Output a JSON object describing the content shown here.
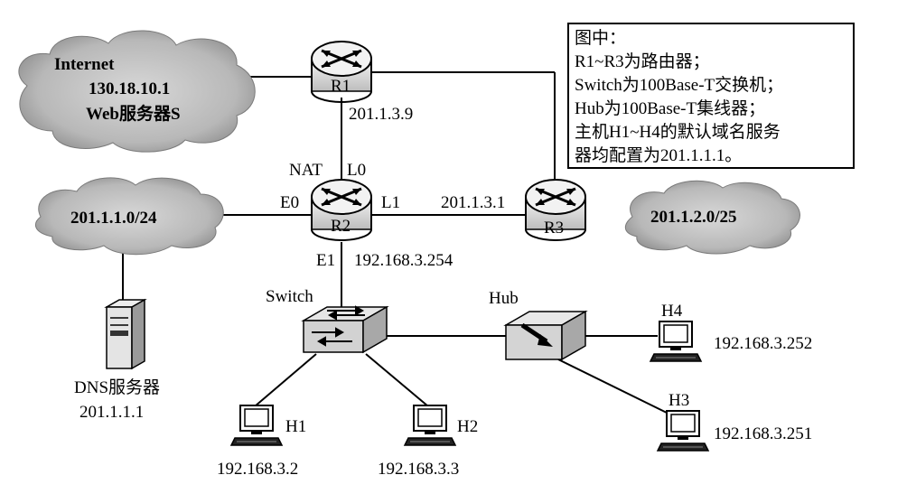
{
  "clouds": {
    "internet": {
      "title": "Internet",
      "address": "130.18.10.1",
      "server": "Web服务器S"
    },
    "net_left": "201.1.1.0/24",
    "net_right": "201.1.2.0/25"
  },
  "routers": {
    "r1": {
      "name": "R1",
      "port_ip": "201.1.3.9"
    },
    "r2": {
      "name": "R2",
      "nat": "NAT",
      "l0": "L0",
      "e0": "E0",
      "l1": "L1",
      "e1": "E1",
      "e1_ip": "192.168.3.254"
    },
    "r3": {
      "name": "R3",
      "port_ip": "201.1.3.1"
    }
  },
  "devices": {
    "switch": "Switch",
    "hub": "Hub",
    "dns": {
      "name": "DNS服务器",
      "ip": "201.1.1.1"
    }
  },
  "hosts": [
    {
      "name": "H1",
      "ip": "192.168.3.2"
    },
    {
      "name": "H2",
      "ip": "192.168.3.3"
    },
    {
      "name": "H3",
      "ip": "192.168.3.251"
    },
    {
      "name": "H4",
      "ip": "192.168.3.252"
    }
  ],
  "note": {
    "lines": [
      "图中：",
      "R1~R3为路由器；",
      "Switch为100Base-T交换机；",
      "Hub为100Base-T集线器；",
      "主机H1~H4的默认域名服务",
      "器均配置为201.1.1.1。"
    ]
  }
}
